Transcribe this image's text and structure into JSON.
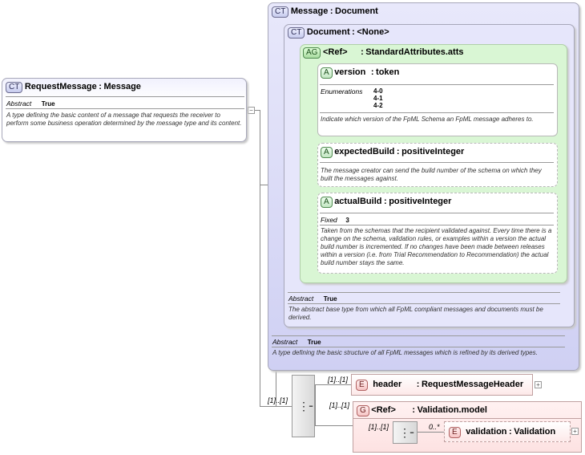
{
  "request_message": {
    "badge": "CT",
    "name": "RequestMessage",
    "type": "Message",
    "abstract_label": "Abstract",
    "abstract_value": "True",
    "doc": "A type defining the basic content of a message that requests the receiver to perform some business operation determined by the message type and its content."
  },
  "message": {
    "badge": "CT",
    "name": "Message",
    "type": "Document",
    "abstract_label": "Abstract",
    "abstract_value": "True",
    "doc": "A type defining the basic structure of all FpML messages which is refined by its derived types."
  },
  "document": {
    "badge": "CT",
    "name": "Document",
    "type": "<None>",
    "abstract_label": "Abstract",
    "abstract_value": "True",
    "doc": "The abstract base type from which all FpML compliant messages and documents must be derived."
  },
  "attr_group": {
    "badge": "AG",
    "name": "<Ref>",
    "type": "StandardAttributes.atts"
  },
  "version_attr": {
    "badge": "A",
    "name": "version",
    "type": "token",
    "enum_label": "Enumerations",
    "enum_values": [
      "4-0",
      "4-1",
      "4-2"
    ],
    "doc": "Indicate which version of the FpML Schema an FpML message adheres to."
  },
  "expected_build_attr": {
    "badge": "A",
    "name": "expectedBuild",
    "type": "positiveInteger",
    "doc": "The message creator can send the build number of the schema on which they built the messages against."
  },
  "actual_build_attr": {
    "badge": "A",
    "name": "actualBuild",
    "type": "positiveInteger",
    "fixed_label": "Fixed",
    "fixed_value": "3",
    "doc": "Taken from the schemas that the recipient validated against. Every time there is a change on the schema, validation rules, or examples within a version the actual build number is incremented. If no changes have been made between releases within a version (i.e. from Trial Recommendation to Recommendation) the actual build number stays the same."
  },
  "sequence": {
    "multiplicity": "[1]..[1]"
  },
  "header_elem": {
    "badge": "E",
    "name": "header",
    "type": "RequestMessageHeader",
    "multiplicity": "[1]..[1]"
  },
  "validation_group": {
    "badge": "G",
    "name": "<Ref>",
    "type": "Validation.model",
    "multiplicity": "[1]..[1]",
    "inner_multiplicity": "[1]..[1]"
  },
  "validation_elem": {
    "badge": "E",
    "name": "validation",
    "type": "Validation",
    "multiplicity": "0..*"
  },
  "colors": {
    "complex_type_fill": "#e6e6fb",
    "attribute_group_fill": "#d9f6d4",
    "element_fill": "#fde9e9",
    "connector": "#8a8a8a"
  }
}
